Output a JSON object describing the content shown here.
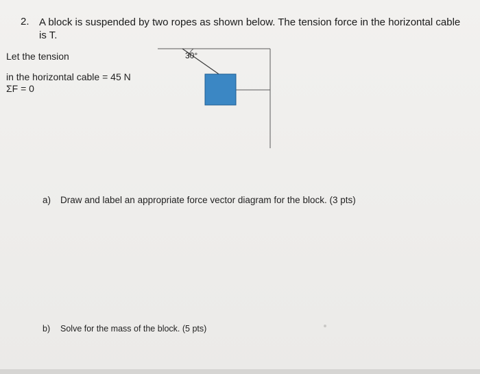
{
  "question": {
    "number": "2.",
    "text": "A block is suspended by two ropes as shown below. The tension force in the horizontal cable is T."
  },
  "notes": {
    "line1": "Let the tension",
    "line2": "in the horizontal cable = 45 N",
    "line3": "ΣF = 0"
  },
  "diagram": {
    "angle_label": "30°",
    "block_color": "#3b87c4"
  },
  "parts": {
    "a": {
      "label": "a)",
      "text": "Draw and label an appropriate force vector diagram for the block. (3 pts)"
    },
    "b": {
      "label": "b)",
      "text": "Solve for the mass of the block. (5 pts)"
    }
  }
}
